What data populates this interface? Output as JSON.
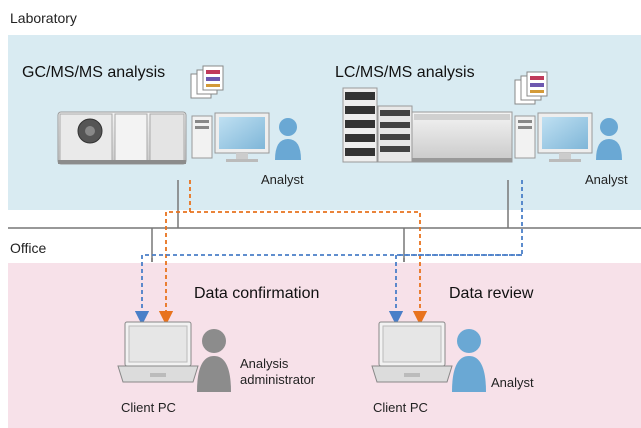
{
  "zones": {
    "laboratory": "Laboratory",
    "office": "Office"
  },
  "laboratory": {
    "gc_title": "GC/MS/MS analysis",
    "lc_title": "LC/MS/MS analysis",
    "analyst_left": "Analyst",
    "analyst_right": "Analyst"
  },
  "office": {
    "data_confirmation": "Data confirmation",
    "data_review": "Data review",
    "admin_label_line1": "Analysis",
    "admin_label_line2": "administrator",
    "analyst": "Analyst",
    "client_pc_left": "Client PC",
    "client_pc_right": "Client PC"
  },
  "colors": {
    "lab_bg": "#d9ebf2",
    "office_bg": "#f7e1e9",
    "orange_line": "#e8731e",
    "blue_line": "#4a7fc8",
    "gray_line": "#777777",
    "analyst_blue": "#6aa8d4",
    "admin_gray": "#8c8c8c"
  }
}
